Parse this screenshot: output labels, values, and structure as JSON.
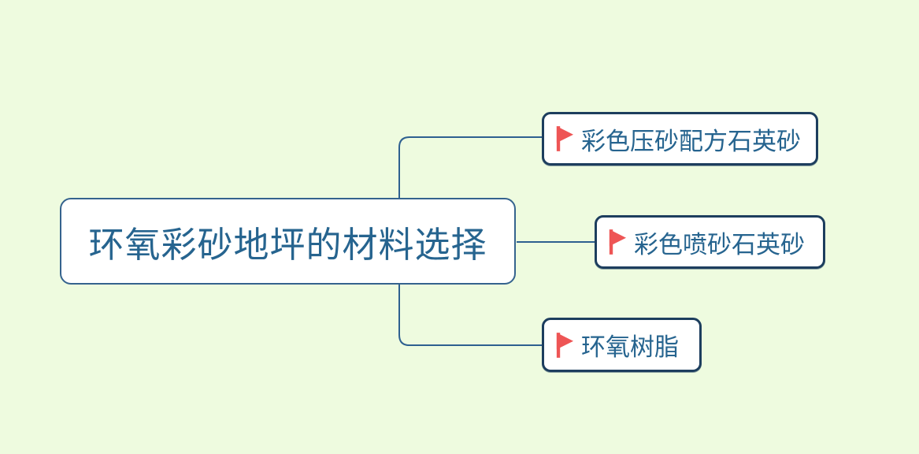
{
  "app": "mindmap-editor",
  "theme": {
    "background": "#eefbdf",
    "node_fill": "#ffffff",
    "root_border": "#35638e",
    "child_border": "#1d3e5e",
    "connector": "#2e6090",
    "text": "#26648f",
    "flag": "#ee5555"
  },
  "mindmap": {
    "root": {
      "label": "环氧彩砂地坪的材料选择"
    },
    "children": [
      {
        "label": "彩色压砂配方石英砂",
        "icon": "flag-icon"
      },
      {
        "label": "彩色喷砂石英砂",
        "icon": "flag-icon"
      },
      {
        "label": "环氧树脂",
        "icon": "flag-icon"
      }
    ]
  }
}
